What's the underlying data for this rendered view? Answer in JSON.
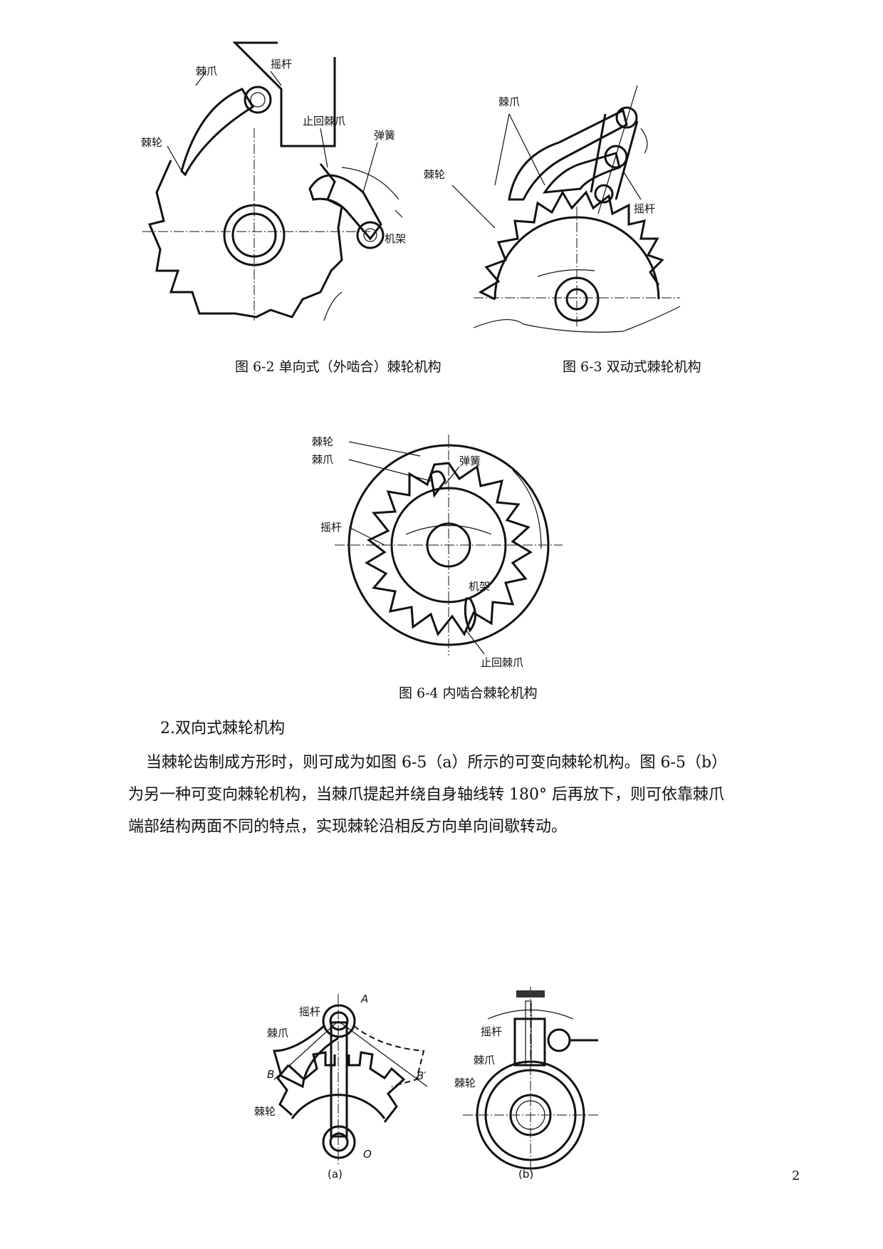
{
  "fig62": {
    "labels": {
      "pawl": "棘爪",
      "rocker": "摇杆",
      "ratchet": "棘轮",
      "stop_pawl": "止回棘爪",
      "spring": "弹簧",
      "frame": "机架"
    },
    "caption": "图 6-2 单向式（外啮合）棘轮机构"
  },
  "fig63": {
    "labels": {
      "pawl": "棘爪",
      "ratchet": "棘轮",
      "rocker": "摇杆"
    },
    "caption": "图 6-3 双动式棘轮机构"
  },
  "fig64": {
    "labels": {
      "ratchet": "棘轮",
      "pawl": "棘爪",
      "spring": "弹簧",
      "rocker": "摇杆",
      "frame": "机架",
      "stop_pawl": "止回棘爪"
    },
    "caption": "图 6-4 内啮合棘轮机构"
  },
  "section": {
    "heading": "2.双向式棘轮机构",
    "lines": [
      "当棘轮齿制成方形时，则可成为如图 6-5（a）所示的可变向棘轮机构。图 6-5（b）",
      "为另一种可变向棘轮机构，当棘爪提起并绕自身轴线转 180° 后再放下，则可依靠棘爪",
      "端部结构两面不同的特点，实现棘轮沿相反方向单向间歇转动。"
    ]
  },
  "fig65": {
    "a": {
      "labels": {
        "rocker": "摇杆",
        "pawl": "棘爪",
        "ratchet": "棘轮",
        "A": "A",
        "B": "B",
        "B_prime": "B′",
        "O": "O"
      },
      "sub": "(a)"
    },
    "b": {
      "labels": {
        "rocker": "摇杆",
        "pawl": "棘爪",
        "ratchet": "棘轮"
      },
      "sub": "(b)"
    }
  },
  "page_number": "2"
}
